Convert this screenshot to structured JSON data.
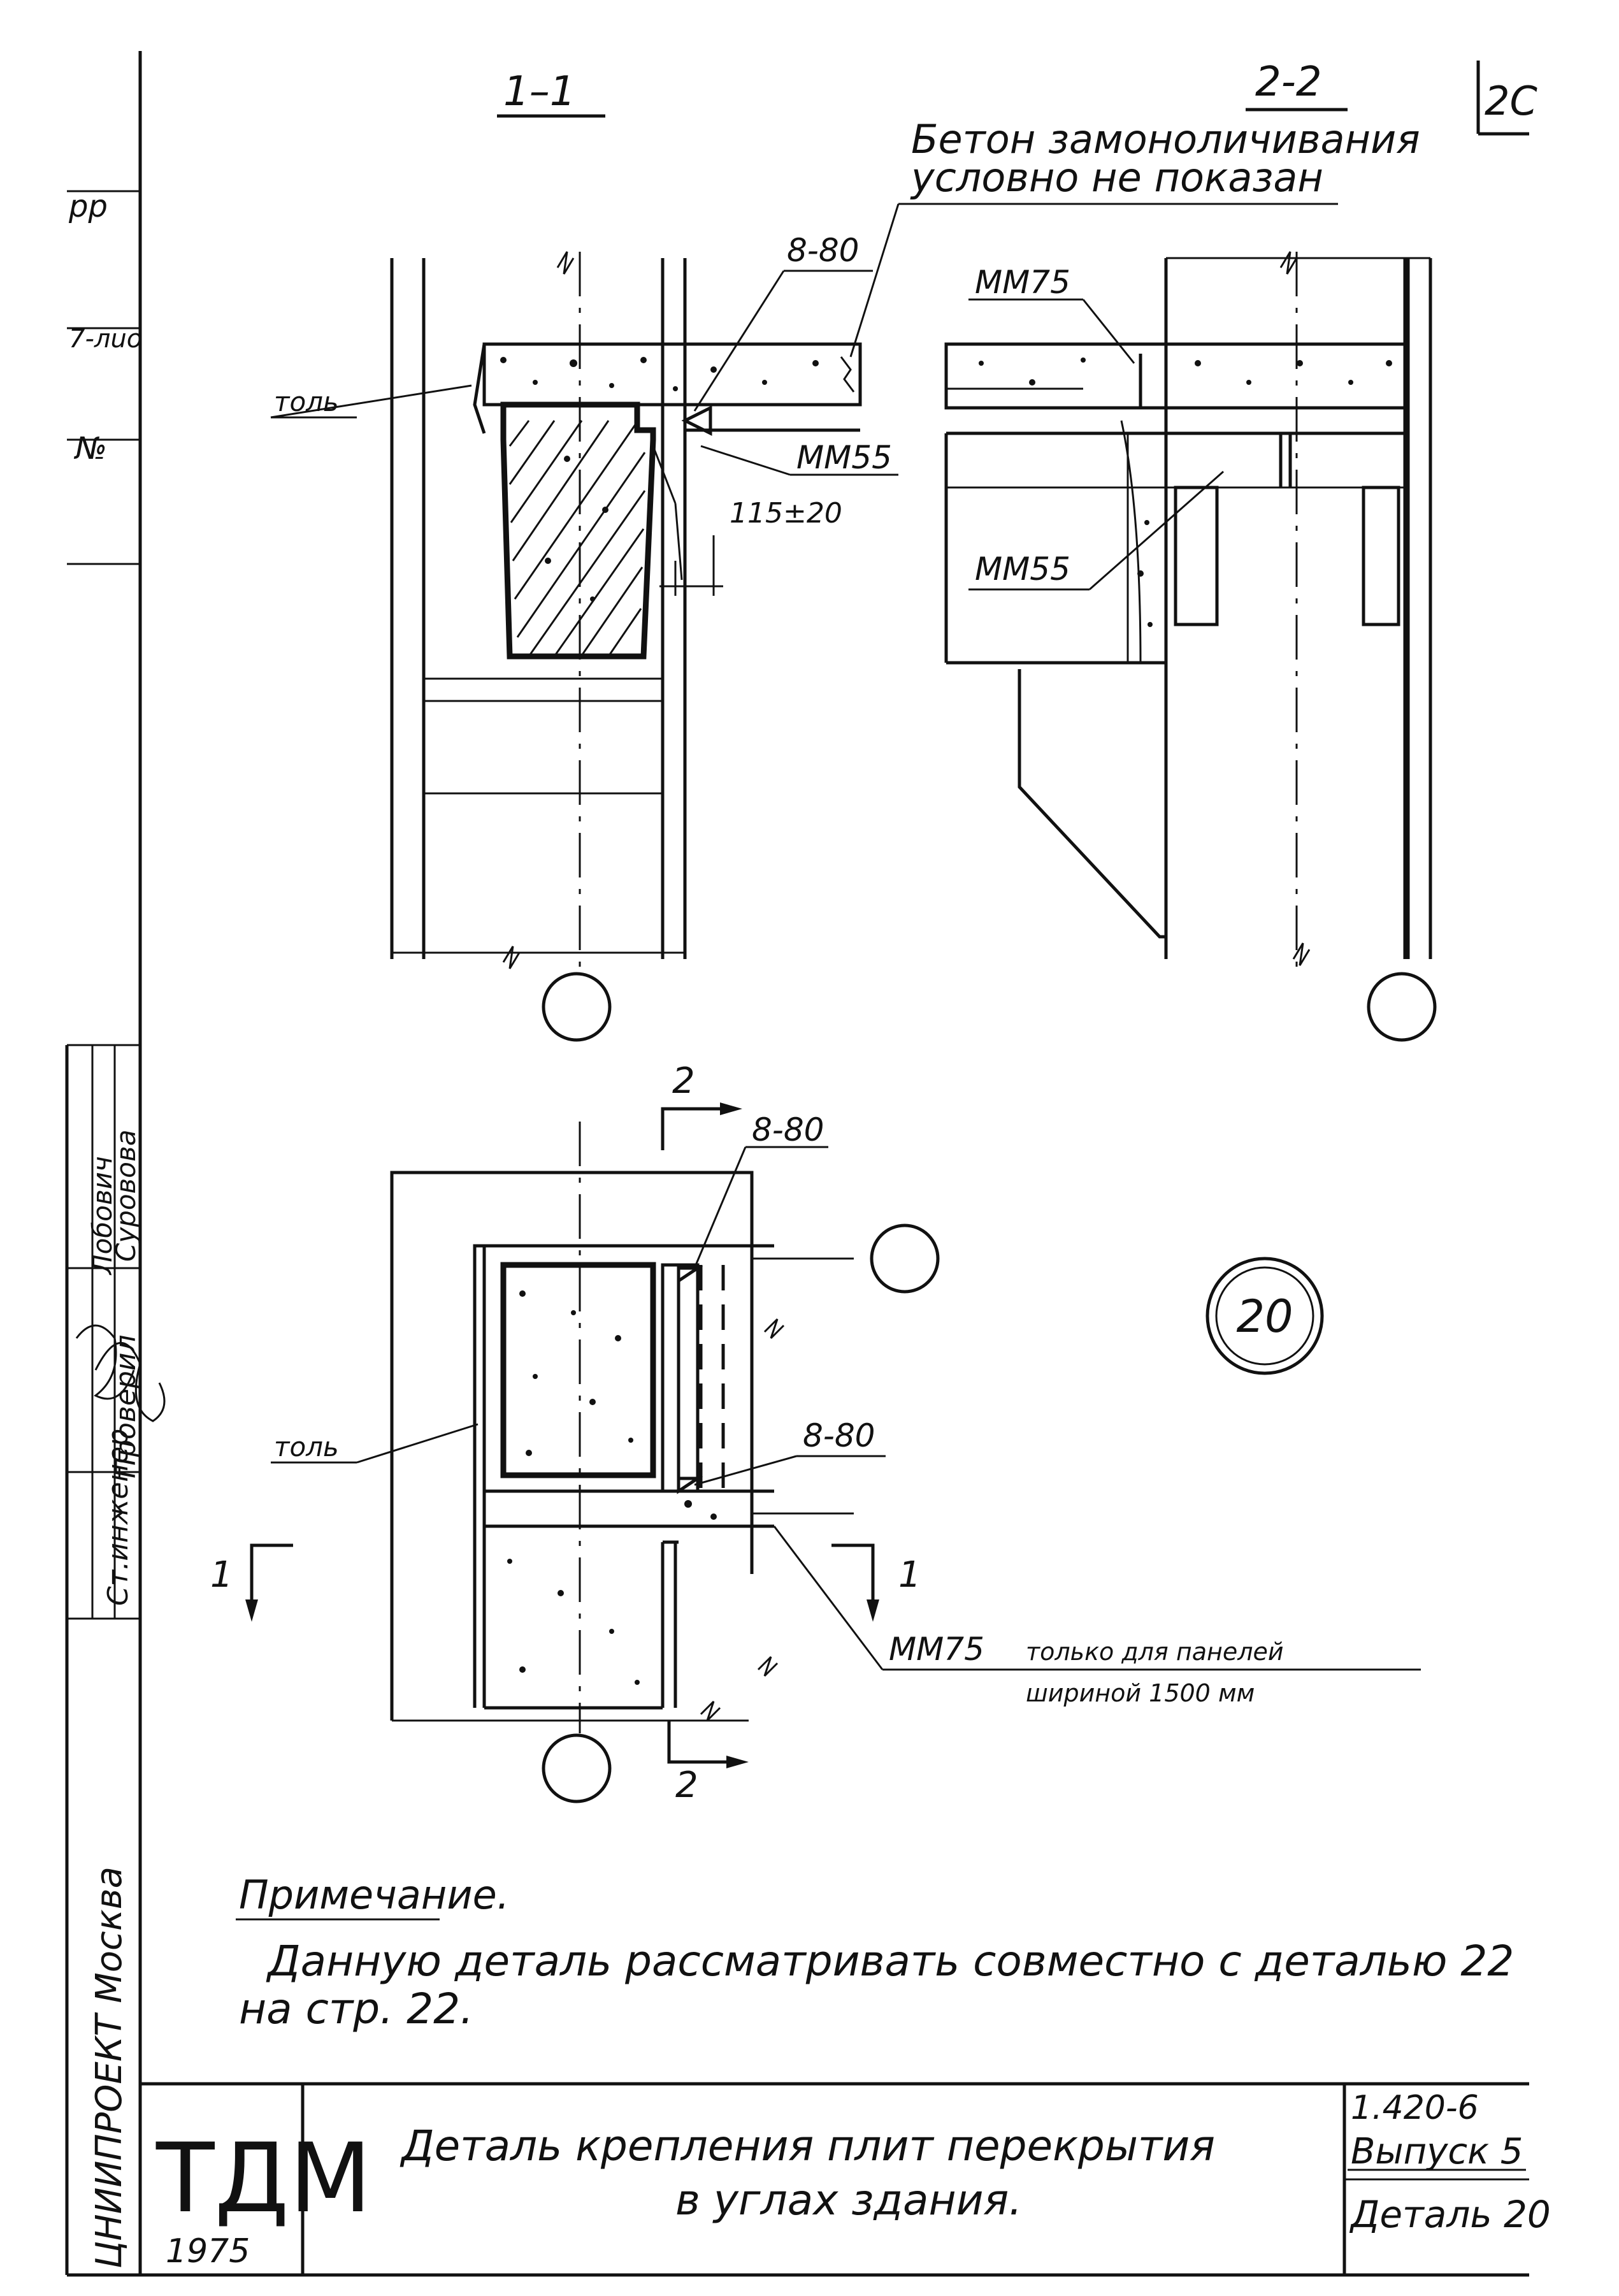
{
  "sheet": {
    "number_top_right": "2C",
    "left_stamp_fragments": [
      "pp",
      "7-лuo",
      "№"
    ],
    "stamp_roles": [
      "Ст.инженер",
      "Проверил"
    ],
    "stamp_names_1": [
      "Лобович",
      "Суровова"
    ],
    "stamp_org": "ЦНИИПРОЕКТ Москва"
  },
  "views": {
    "section1_label": "1–1",
    "section2_label": "2-2",
    "plan_detail_number": "20"
  },
  "callouts": {
    "concrete_note_line1": "Бетон замоноличивания",
    "concrete_note_line2": "условно не показан",
    "weld_1": "8-80",
    "roofing_1": "толь",
    "mm55_1": "ММ55",
    "dim_115": "115±20",
    "mm75_2": "ММ75",
    "mm55_2": "ММ55",
    "weld_plan_top": "8-80",
    "weld_plan_bottom": "8-80",
    "roofing_plan": "толь",
    "mm75_plan": "ММ75",
    "mm75_plan_note1": "только для панелей",
    "mm75_plan_note2": "шириной 1500 мм",
    "cut_2": "2",
    "cut_1": "1"
  },
  "note": {
    "heading": "Примечание.",
    "text_line1": "Данную деталь рассматривать совместно с деталью 22",
    "text_line2": "на стр. 22."
  },
  "title_block": {
    "logo": "ТДМ",
    "year": "1975",
    "title_line1": "Деталь крепления плит перекрытия",
    "title_line2": "в углах здания.",
    "series": "1.420-6",
    "issue": "Выпуск 5",
    "detail": "Деталь 20"
  }
}
